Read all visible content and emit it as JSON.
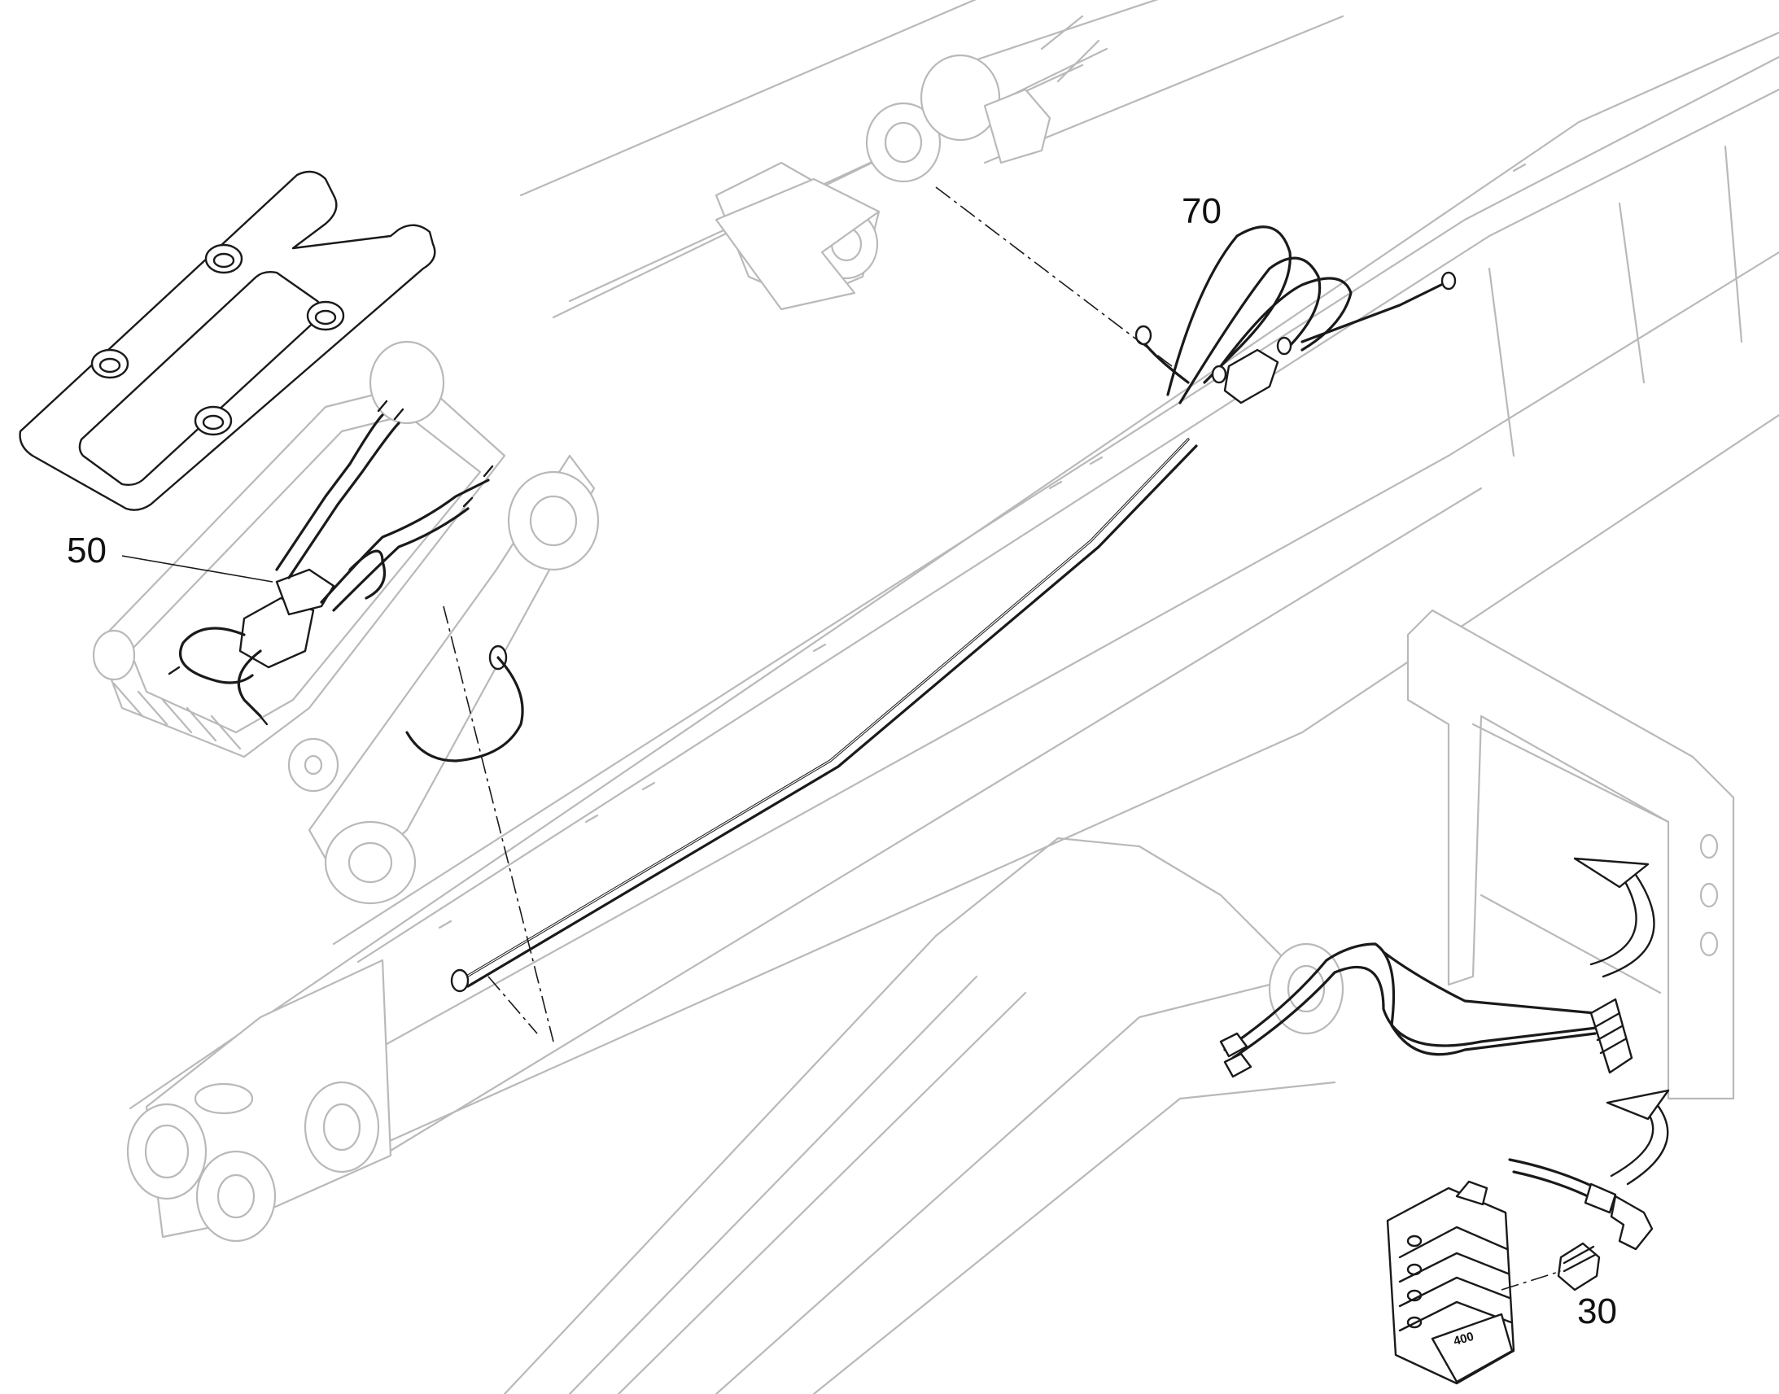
{
  "callouts": {
    "item_50": "50",
    "item_70": "70",
    "item_30": "30",
    "valve_block_marking": "400"
  }
}
